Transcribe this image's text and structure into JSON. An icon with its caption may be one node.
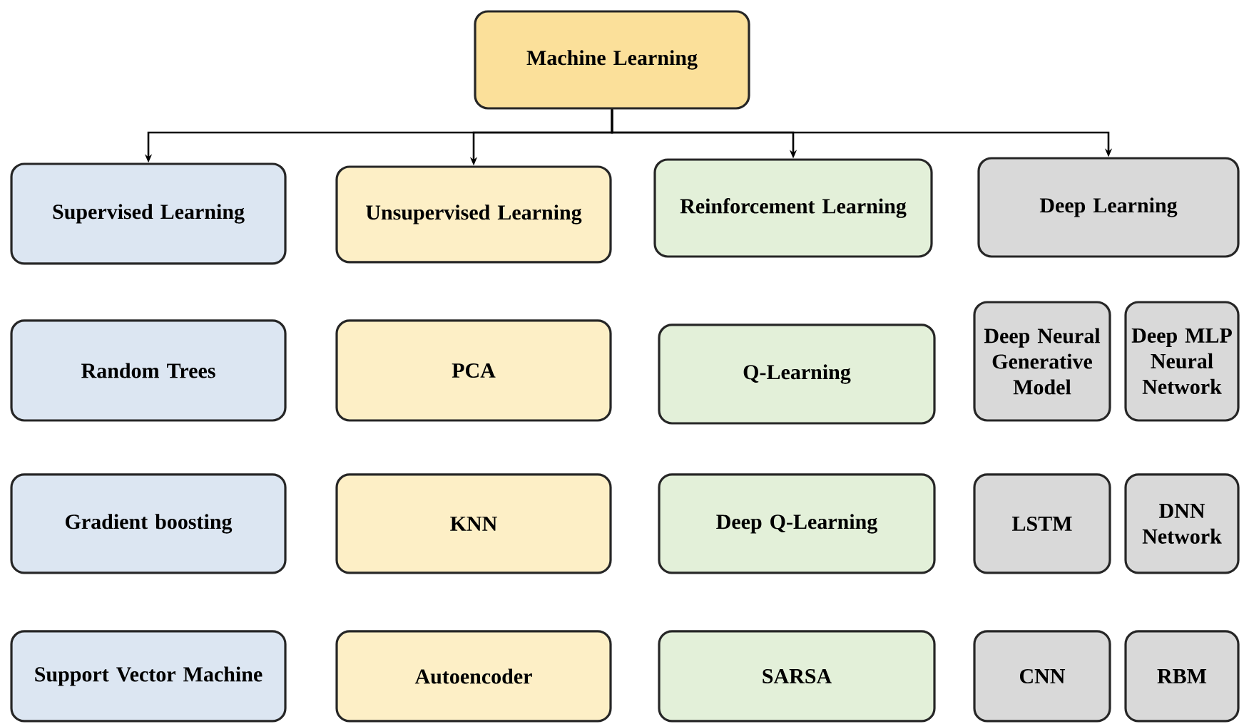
{
  "diagram": {
    "nodes": [
      {
        "text": [
          "Machine Learning"
        ]
      },
      {
        "text": [
          "Supervised Learning"
        ]
      },
      {
        "text": [
          "Unsupervised Learning"
        ]
      },
      {
        "text": [
          "Reinforcement Learning"
        ]
      },
      {
        "text": [
          "Deep Learning"
        ]
      },
      {
        "text": [
          "Random Trees"
        ]
      },
      {
        "text": [
          "PCA"
        ]
      },
      {
        "text": [
          "Q-Learning"
        ]
      },
      {
        "text": [
          "Deep Neural Generative Model"
        ]
      },
      {
        "text": [
          "Deep MLP Neural Network"
        ]
      },
      {
        "text": [
          "Gradient boosting"
        ]
      },
      {
        "text": [
          "KNN"
        ]
      },
      {
        "text": [
          "Deep Q-Learning"
        ]
      },
      {
        "text": [
          "LSTM"
        ]
      },
      {
        "text": [
          "DNN Network"
        ]
      },
      {
        "text": [
          "Support Vector Machine"
        ]
      },
      {
        "text": [
          "Autoencoder"
        ]
      },
      {
        "text": [
          "SARSA"
        ]
      },
      {
        "text": [
          "CNN"
        ]
      },
      {
        "text": [
          "RBM"
        ]
      }
    ],
    "edges": [
      {
        "from": 0,
        "to": 1,
        "arrow": "to"
      },
      {
        "from": 0,
        "to": 2,
        "arrow": "to"
      },
      {
        "from": 0,
        "to": 3,
        "arrow": "to"
      },
      {
        "from": 0,
        "to": 4,
        "arrow": "to"
      }
    ]
  }
}
